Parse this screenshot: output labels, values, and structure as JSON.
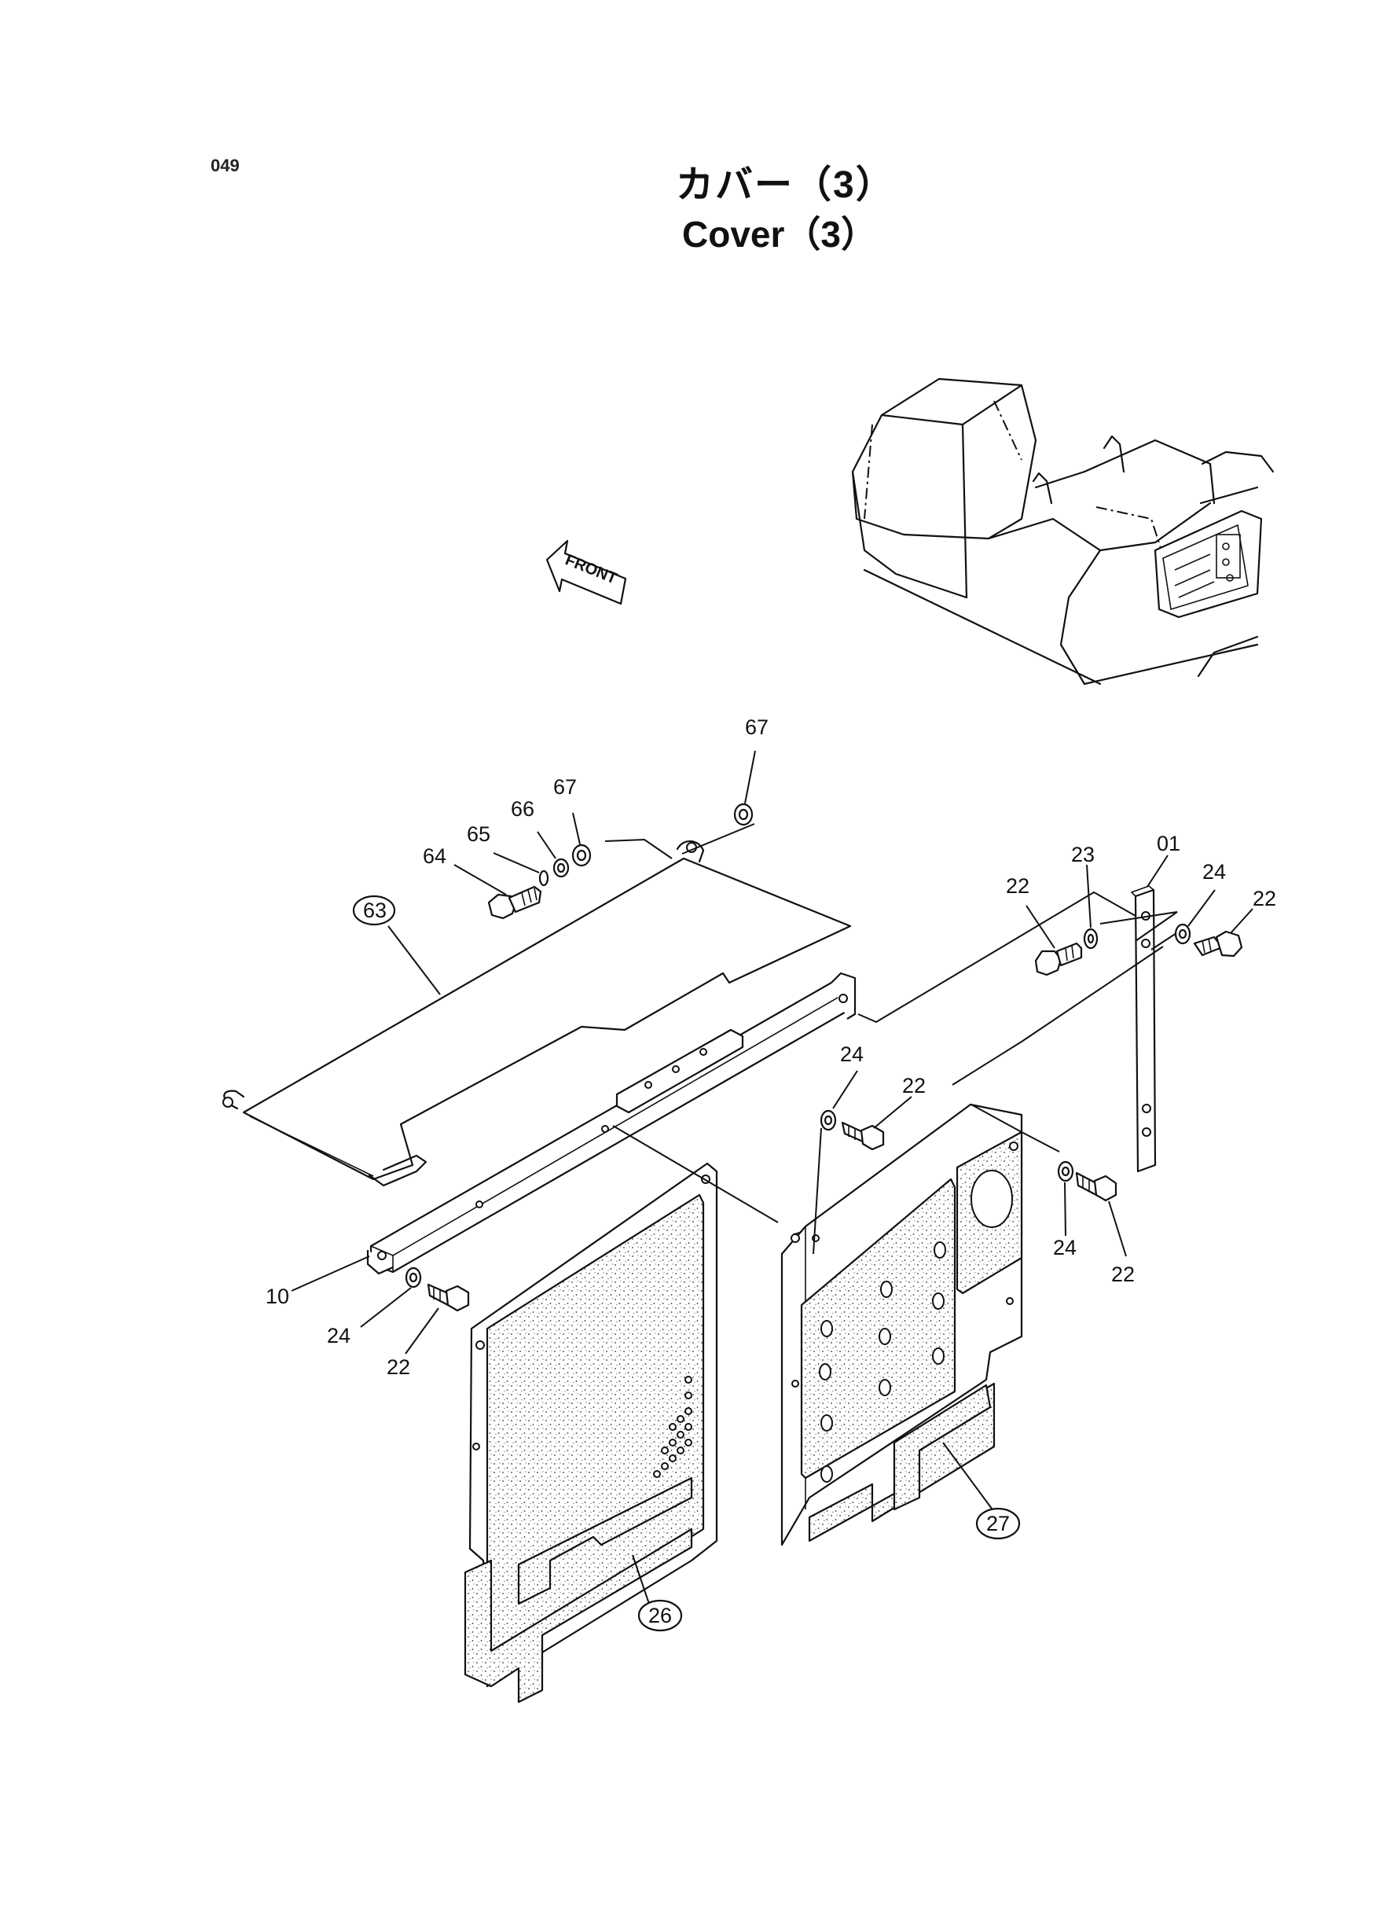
{
  "page_number": "049",
  "title_jp": "カバー（3）",
  "title_en": "Cover（3）",
  "front_arrow_label": "FRONT",
  "callouts": {
    "c67a": "67",
    "c67b": "67",
    "c66": "66",
    "c65": "65",
    "c64": "64",
    "c63": "63",
    "c23": "23",
    "c01": "01",
    "c24a": "24",
    "c22a": "22",
    "c22b": "22",
    "c24b": "24",
    "c22c": "22",
    "c24c": "24",
    "c22d": "22",
    "c10": "10",
    "c24d": "24",
    "c22e": "22",
    "c26": "26",
    "c27": "27"
  }
}
